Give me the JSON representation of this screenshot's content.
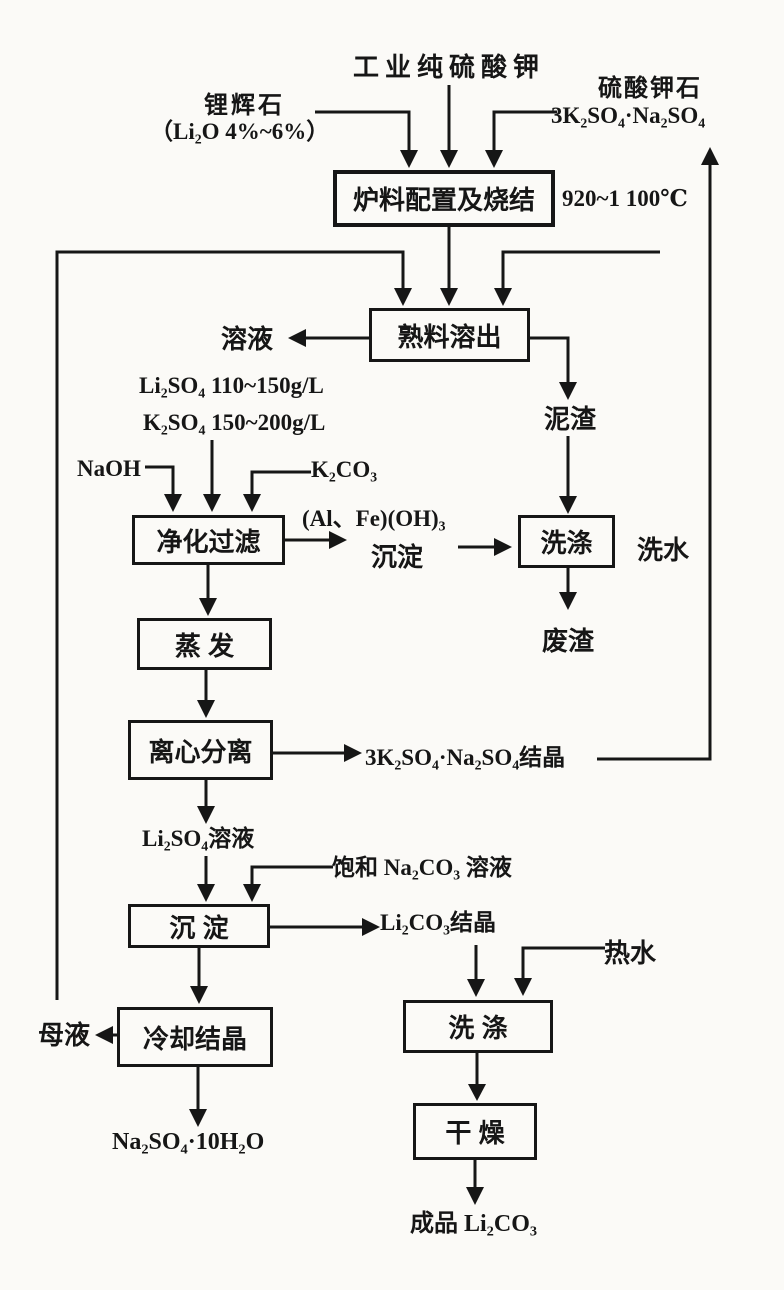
{
  "figure": {
    "background": "#fbfaf7",
    "ink": "#161616",
    "description_type": "process-flow-diagram"
  },
  "nodes": {
    "charge_sintering": "炉料配置及烧结",
    "clinker_leaching": "熟料溶出",
    "purify_filter": "净化过滤",
    "washing1": "洗涤",
    "evaporation": "蒸 发",
    "centrifuge": "离心分离",
    "precipitation": "沉 淀",
    "cooling_crystallization": "冷却结晶",
    "washing2": "洗 涤",
    "drying": "干 燥"
  },
  "labels": {
    "industrial_k2so4": "工业纯硫酸钾",
    "spodumene": "锂辉石",
    "spodumene_grade": "（Li₂O 4%~6%）",
    "glaserite_name": "硫酸钾石",
    "glaserite_formula": "3K₂SO₄·Na₂SO₄",
    "sinter_temp": "920~1 100℃",
    "solution": "溶液",
    "conc_li2so4": "Li₂SO₄ 110~150g/L",
    "conc_k2so4": "K₂SO₄ 150~200g/L",
    "naoh": "NaOH",
    "k2co3": "K₂CO₃",
    "alfe_hydroxide": "(Al、Fe)(OH)₃",
    "precipitate": "沉淀",
    "mud_residue": "泥渣",
    "wash_water": "洗水",
    "waste_residue": "废渣",
    "glaserite_crystal": "3K₂SO₄·Na₂SO₄结晶",
    "li2so4_solution": "Li₂SO₄溶液",
    "saturated_na2co3": "饱和 Na₂CO₃ 溶液",
    "li2co3_crystal": "Li₂CO₃结晶",
    "hot_water": "热水",
    "mother_liquor": "母液",
    "glauber_salt": "Na₂SO₄·10H₂O",
    "product": "成品 Li₂CO₃"
  }
}
